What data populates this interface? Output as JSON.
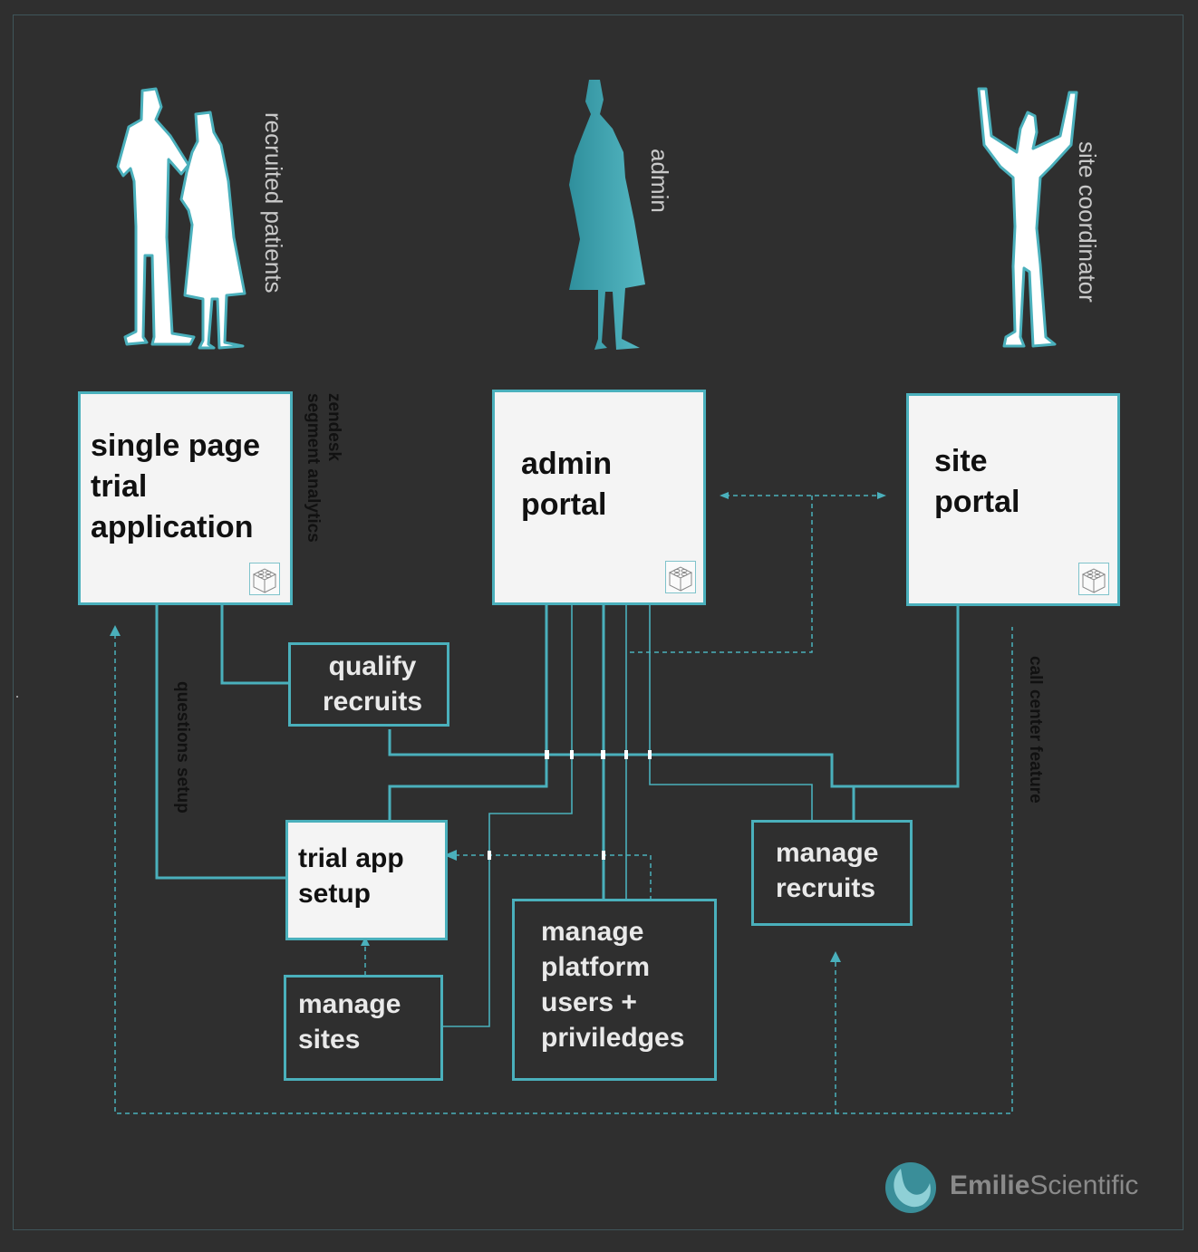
{
  "personas": {
    "patients": "recruited patients",
    "admin": "admin",
    "coordinator": "site coordinator"
  },
  "portals": {
    "trial_application": "single page\ntrial\napplication",
    "admin_portal": "admin\nportal",
    "site_portal": "site\nportal"
  },
  "modules": {
    "qualify_recruits": "qualify\nrecruits",
    "trial_app_setup": "trial app\nsetup",
    "manage_sites": "manage\nsites",
    "manage_users": "manage\nplatform\nusers +\npriviledges",
    "manage_recruits": "manage\nrecruits"
  },
  "annotations": {
    "zendesk": "zendesk",
    "segment": "segment analytics",
    "questions_setup": "questions setup",
    "call_center": "call center feature"
  },
  "brand": {
    "name_bold": "Emilie",
    "name_light": "Scientific"
  },
  "colors": {
    "background": "#2f2f2f",
    "accent": "#4ab0bc",
    "box_light": "#f4f4f4",
    "figure_light": "#ffffff",
    "figure_teal": "#3aa0ad"
  },
  "icons": {
    "component": "lego-block-icon",
    "logo": "emilie-scientific-logo"
  }
}
